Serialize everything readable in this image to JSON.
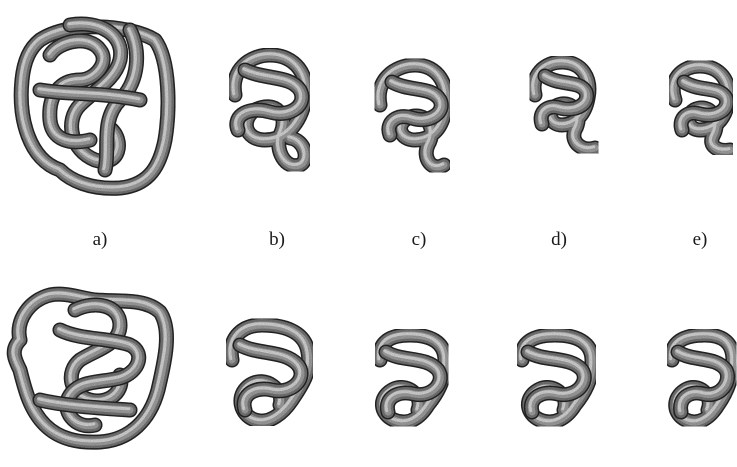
{
  "figure": {
    "panel_labels": [
      "a)",
      "b)",
      "c)",
      "d)",
      "e)"
    ]
  },
  "colors": {
    "tube_outline": "#2b2b2b",
    "tube_mid": "#7a7a7a",
    "tube_highlight": "#e6e6e6",
    "background": "#ffffff"
  }
}
